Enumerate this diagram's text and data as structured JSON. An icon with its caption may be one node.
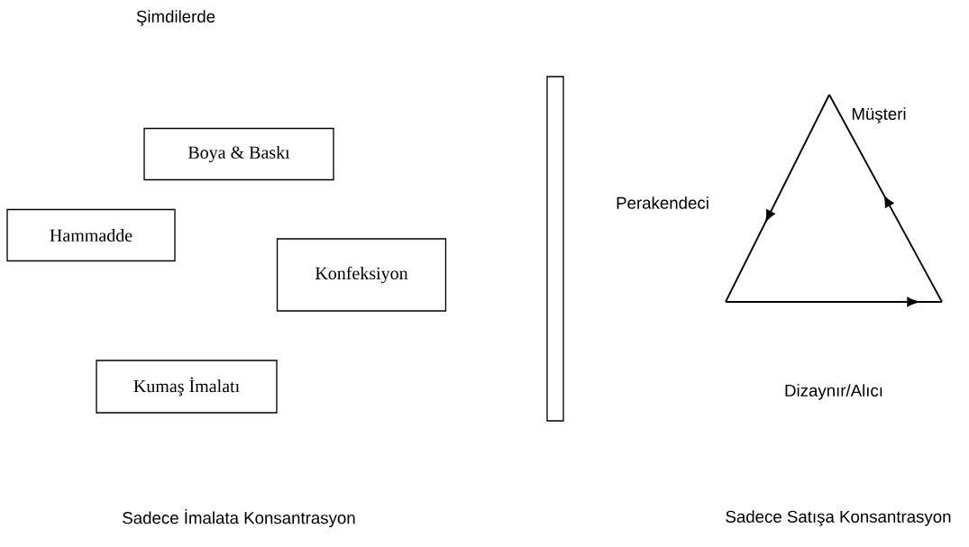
{
  "diagram": {
    "title": "Şimdilerde",
    "nodes": [
      {
        "text": [
          "Boya & Baskı"
        ]
      },
      {
        "text": [
          "Hammadde"
        ]
      },
      {
        "text": [
          "Konfeksiyon"
        ]
      },
      {
        "text": [
          "Kumaş İmalatı"
        ]
      },
      {
        "text": [],
        "shape": "bar"
      }
    ],
    "labels": [
      "Müşteri",
      "Perakendeci",
      "Dizaynır/Alıcı",
      "Sadece İmalata Konsantrasyon",
      "Sadece Satışa Konsantrasyon"
    ]
  }
}
